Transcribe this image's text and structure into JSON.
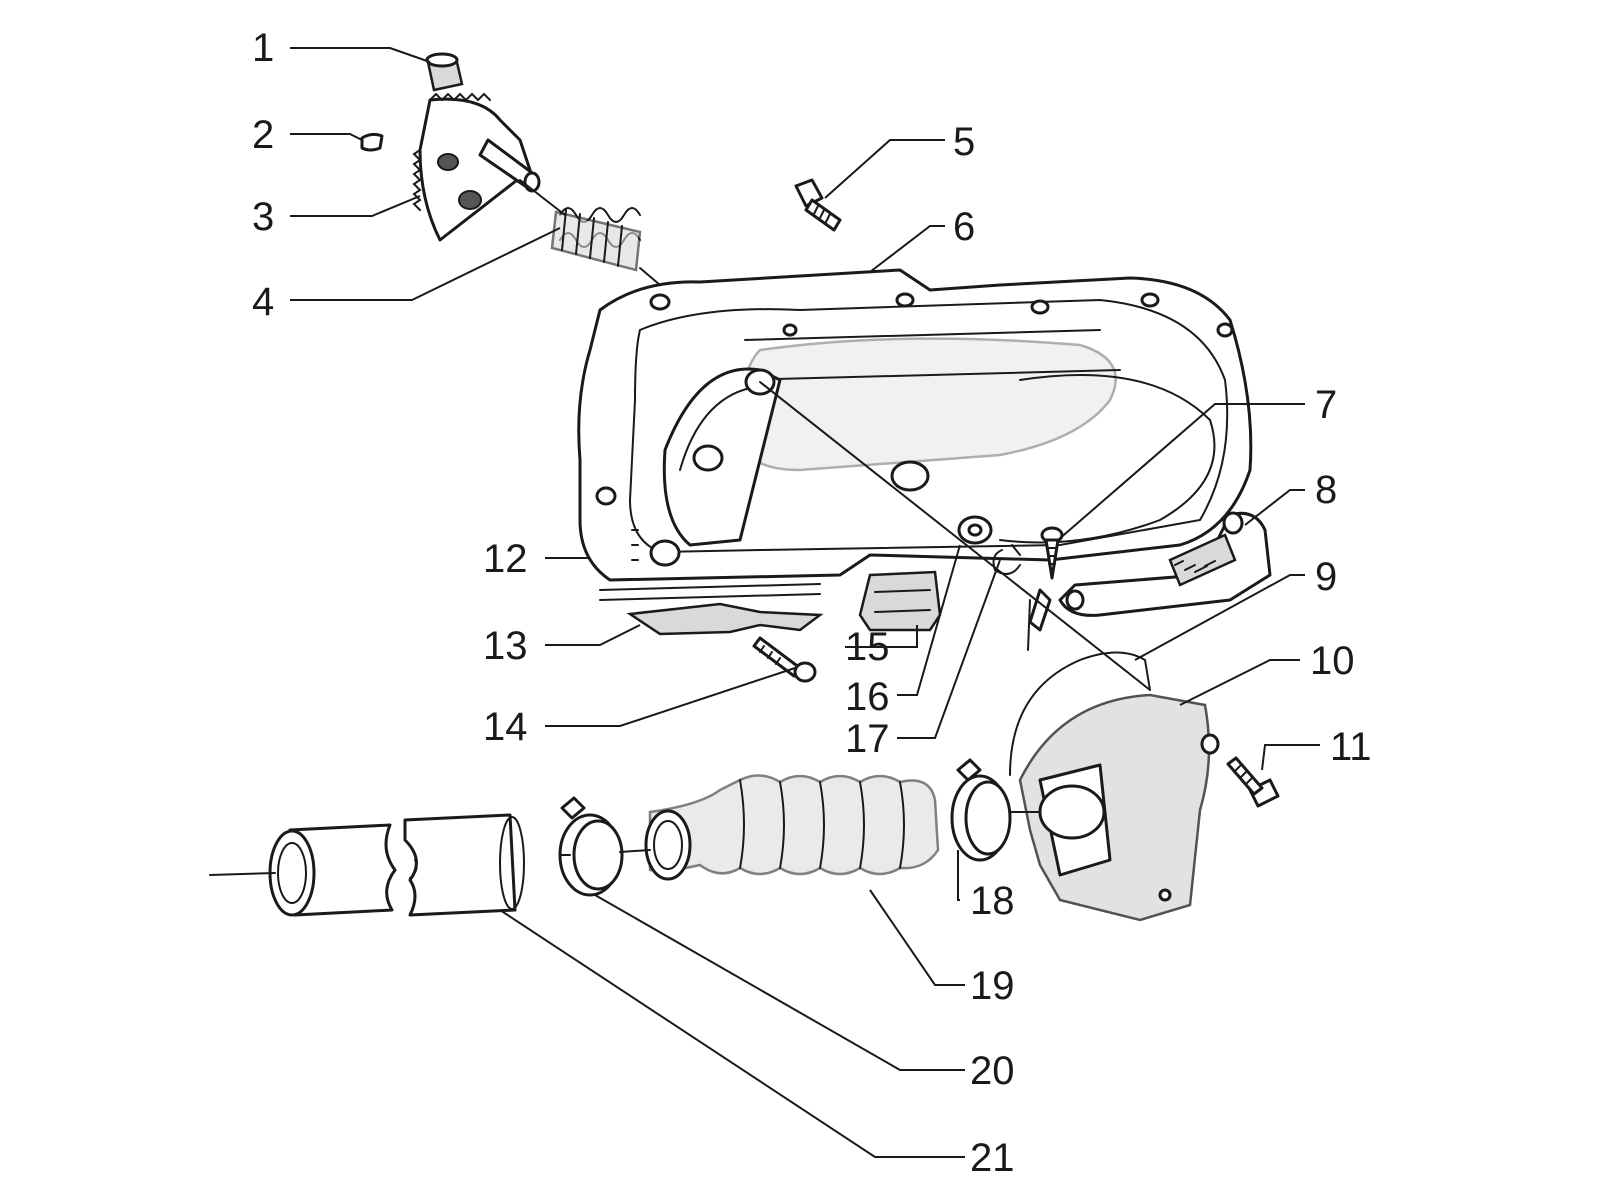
{
  "callouts": [
    {
      "id": "1",
      "label": "1"
    },
    {
      "id": "2",
      "label": "2"
    },
    {
      "id": "3",
      "label": "3"
    },
    {
      "id": "4",
      "label": "4"
    },
    {
      "id": "5",
      "label": "5"
    },
    {
      "id": "6",
      "label": "6"
    },
    {
      "id": "7",
      "label": "7"
    },
    {
      "id": "8",
      "label": "8"
    },
    {
      "id": "9",
      "label": "9"
    },
    {
      "id": "10",
      "label": "10"
    },
    {
      "id": "11",
      "label": "11"
    },
    {
      "id": "12",
      "label": "12"
    },
    {
      "id": "13",
      "label": "13"
    },
    {
      "id": "14",
      "label": "14"
    },
    {
      "id": "15",
      "label": "15"
    },
    {
      "id": "16",
      "label": "16"
    },
    {
      "id": "17",
      "label": "17"
    },
    {
      "id": "18",
      "label": "18"
    },
    {
      "id": "19",
      "label": "19"
    },
    {
      "id": "20",
      "label": "20"
    },
    {
      "id": "21",
      "label": "21"
    }
  ],
  "colors": {
    "ink": "#1a1a1a",
    "background": "#ffffff"
  }
}
